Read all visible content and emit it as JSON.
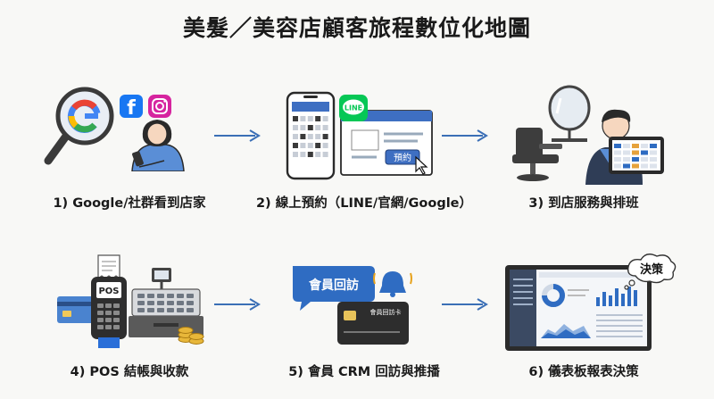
{
  "title": "美髮／美容店顧客旅程數位化地圖",
  "steps": [
    {
      "label": "1) Google/社群看到店家"
    },
    {
      "label": "2) 線上預約（LINE/官網/Google）",
      "line_badge": "LINE",
      "button": "預約"
    },
    {
      "label": "3) 到店服務與排班"
    },
    {
      "label": "4) POS 結帳與收款",
      "terminal": "POS"
    },
    {
      "label": "5) 會員 CRM 回訪與推播",
      "bubble": "會員回訪",
      "card": "會員回訪卡"
    },
    {
      "label": "6) 儀表板報表決策",
      "cloud": "決策"
    }
  ],
  "colors": {
    "arrow": "#3b6fb6",
    "accent_blue": "#2f64b4",
    "line_green": "#06c755"
  }
}
